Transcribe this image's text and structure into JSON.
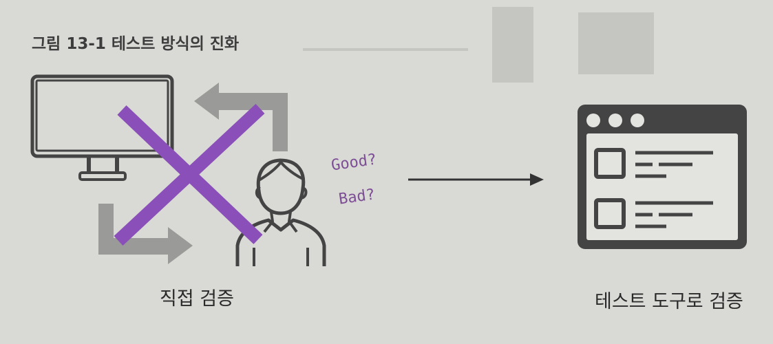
{
  "figure": {
    "title": "그림 13-1  테스트 방식의 진화"
  },
  "left": {
    "caption": "직접 검증",
    "feedback_good": "Good?",
    "feedback_bad": "Bad?"
  },
  "right": {
    "caption": "테스트 도구로 검증"
  },
  "colors": {
    "background": "#d9dad5",
    "icon_dark": "#444444",
    "arrow_gray": "#9a9a98",
    "cross_purple": "#8a4fb8"
  }
}
